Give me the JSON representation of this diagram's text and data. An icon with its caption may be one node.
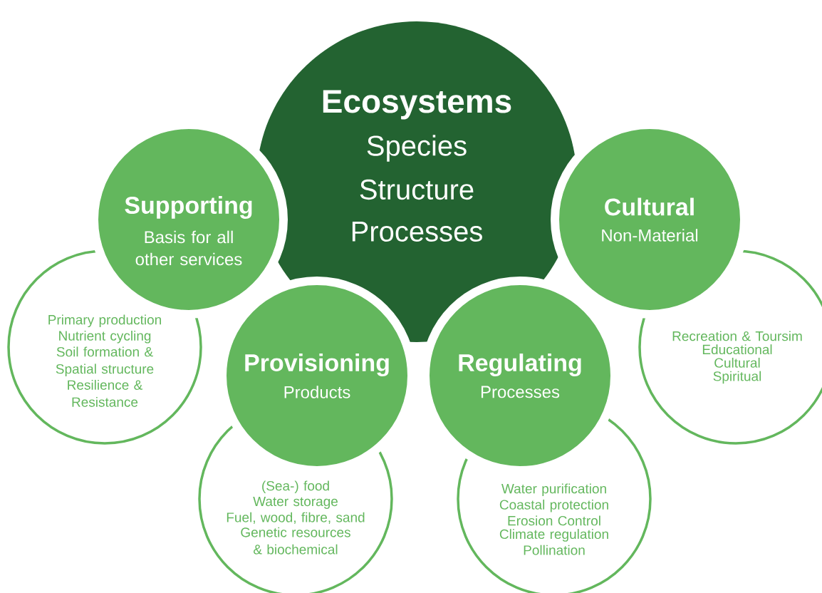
{
  "diagram": {
    "nodes": [
      {
        "text": [
          "Ecosystems",
          "Species",
          "Structure",
          "Processes"
        ]
      },
      {
        "text": [
          "Supporting",
          "Basis for all other services"
        ]
      },
      {
        "text": [
          "Cultural",
          "Non-Material"
        ]
      },
      {
        "text": [
          "Primary production",
          "Nutrient cycling",
          "Soil formation & Spatial structure",
          "Resilience & Resistance"
        ]
      },
      {
        "text": [
          "Provisioning",
          "Products"
        ]
      },
      {
        "text": [
          "Regulating",
          "Processes"
        ]
      },
      {
        "text": [
          "Recreation & Toursim",
          "Educational",
          "Cultural",
          "Spiritual"
        ]
      },
      {
        "text": [
          "(Sea-) food",
          "Water storage",
          "Fuel, wood, fibre, sand",
          "Genetic resources & biochemical"
        ]
      },
      {
        "text": [
          "Water purification",
          "Coastal protection",
          "Erosion Control",
          "Climate regulation",
          "Pollination"
        ]
      }
    ]
  }
}
